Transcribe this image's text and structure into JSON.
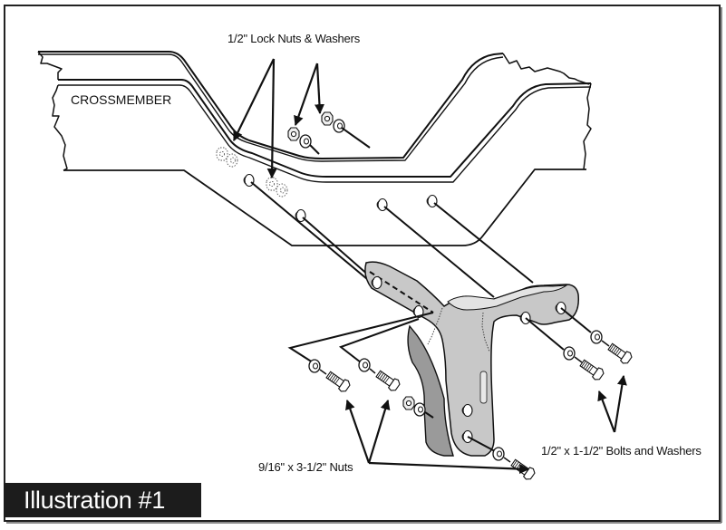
{
  "figure": {
    "caption": "Illustration #1",
    "colors": {
      "line": "#111111",
      "bracket_fill": "#c8c8c8",
      "bracket_shadow": "#9a9a9a",
      "caption_bg": "#1c1c1c",
      "caption_text": "#ffffff",
      "background": "#ffffff"
    }
  },
  "labels": {
    "crossmember": "CROSSMEMBER",
    "lock_nuts": "1/2\" Lock Nuts & Washers",
    "bolts": "1/2\" x 1-1/2\" Bolts and Washers",
    "nuts": "9/16\" x 3-1/2\" Nuts"
  },
  "parts": [
    {
      "id": "crossmember",
      "name": "Crossmember"
    },
    {
      "id": "bracket",
      "name": "Mounting bracket"
    },
    {
      "id": "lock-nut-set",
      "name": "1/2\" lock nut & washer",
      "count": 4
    },
    {
      "id": "bolt-set-small",
      "name": "1/2\" x 1-1/2\" bolt & washer",
      "count": 2
    },
    {
      "id": "bolt-set-large",
      "name": "9/16\" x 3-1/2\" bolt & washer",
      "count": 3
    }
  ]
}
